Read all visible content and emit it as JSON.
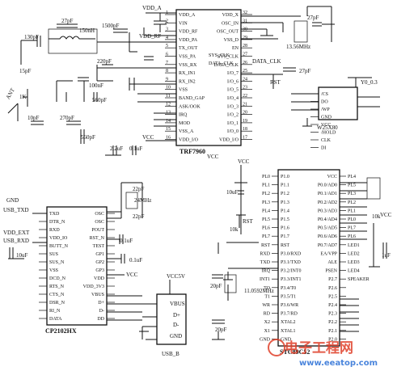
{
  "chips": {
    "u1_name": "TRF7960",
    "u2_name": "CP2102HX",
    "u3_name": "W25X80",
    "u4_name": "STC89C52"
  },
  "u1_pins_left": [
    "VDD_A",
    "VIN",
    "VDD_RF",
    "VDD_PA",
    "TX_OUT",
    "VSS_PA",
    "VSS_RX",
    "RX_IN1",
    "RX_IN2",
    "VSS",
    "BAND_GAP",
    "ASK/OOK",
    "IRQ",
    "MOD",
    "VSS_A",
    "VDD_I/O"
  ],
  "u1_pins_right": [
    "VDD_X",
    "OSC_IN",
    "OSC_OUT",
    "VSS_D",
    "EN",
    "SYS_CLK",
    "DATA_CLK",
    "I/O_7",
    "I/O_6",
    "I/O_5",
    "I/O_4",
    "I/O_3",
    "I/O_2",
    "I/O_1",
    "I/O_0",
    "VDD_I/O"
  ],
  "u1_nums_left": [
    "1",
    "2",
    "3",
    "4",
    "5",
    "6",
    "7",
    "8",
    "9",
    "10",
    "11",
    "12",
    "13",
    "14",
    "15",
    "16"
  ],
  "u1_nums_right": [
    "32",
    "31",
    "30",
    "29",
    "28",
    "27",
    "26",
    "25",
    "24",
    "23",
    "22",
    "21",
    "20",
    "19",
    "18",
    "17"
  ],
  "u2_pins_left": [
    "TXD",
    "DTR_N",
    "RXD",
    "VDD_IO",
    "BUTT_N",
    "SUS",
    "SUS_N",
    "VSS",
    "DCD_N",
    "RTS_N",
    "CTS_N",
    "DSR_N",
    "RI_N",
    "DATA"
  ],
  "u2_pins_right": [
    "OSC",
    "OSC",
    "POUT",
    "RST_N",
    "TEST",
    "GP1",
    "GP2",
    "GP3",
    "VDD",
    "VDD_3V3",
    "VBUS",
    "D+",
    "D-",
    "DD"
  ],
  "u3_pins": [
    "/CS",
    "DO",
    "/WP",
    "GND",
    "VCC",
    "/HOLD",
    "CLK",
    "DI"
  ],
  "u3_label": "Y0_0.3",
  "u4_pins_left": [
    "P1.0",
    "P1.1",
    "P1.2",
    "P1.3",
    "P1.4",
    "P1.5",
    "P1.6",
    "P1.7",
    "RST",
    "P3.0/RXD",
    "P3.1/TXD",
    "P3.2/INT0",
    "P3.3/INT1",
    "P3.4/T0",
    "P3.5/T1",
    "P3.6/WR",
    "P3.7/RD",
    "XTAL2",
    "XTAL1",
    "GND"
  ],
  "u4_pins_right": [
    "VCC",
    "P0.0/AD0",
    "P0.1/AD1",
    "P0.2/AD2",
    "P0.3/AD3",
    "P0.4/AD4",
    "P0.5/AD5",
    "P0.6/AD6",
    "P0.7/AD7",
    "EA/VPP",
    "ALE",
    "PSEN",
    "P2.7",
    "P2.6",
    "P2.5",
    "P2.4",
    "P2.3",
    "P2.2",
    "P2.1",
    "P2.0"
  ],
  "u4_net_left": [
    "PL0",
    "PL1",
    "PL2",
    "PL3",
    "PL4",
    "PL5",
    "PL6",
    "PL7",
    "RST",
    "RXD",
    "TXD",
    "IRQ",
    "INT1",
    "TO",
    "T1",
    "WR",
    "RD",
    "X2",
    "X1",
    "GND"
  ],
  "u4_net_right": [
    "PL4",
    "PL5",
    "PL3",
    "PL2",
    "PL1",
    "PL0",
    "PL7",
    "PL6",
    "LED1",
    "LED2",
    "LED3",
    "LED4",
    "SPEAKER",
    "",
    "",
    "",
    "",
    "",
    "",
    ""
  ],
  "components": {
    "c_130pf": "130pF",
    "c_27pf": "27pF",
    "l_150nh": "150nH",
    "c_1500pf": "1500pF",
    "c_220pf": "220pF",
    "c_10pf": "10pF",
    "c_15pf": "15pF",
    "r_1k": "1K",
    "c_560pf": "560pF",
    "c_270pf": "270pF",
    "c_100nf": "100nF",
    "c_2_2uf": "2.2uF",
    "c_0_1uf": "0.1uF",
    "c_27pf_b": "27pF",
    "xtal_13": "13.56MHz",
    "c_10uf": "10uF",
    "c_22pf": "22pF",
    "xtal_24": "24MHz",
    "c_1uf": "1uF",
    "c_20pf": "20pF",
    "xtal_11": "11.0592MHz",
    "r_10k": "10k",
    "rp_10k": "10k",
    "c_10uf_b": "10uF"
  },
  "nets": {
    "vdd_a": "VDD_A",
    "vdd_rf": "VDD_RF",
    "vcc": "VCC",
    "vcc5v": "VCC5V",
    "vcc_a": "VCC",
    "gnd": "GND",
    "ant": "ANT",
    "usb_txd": "USB_TXD",
    "usb_rxd": "USB_RXD",
    "vdd_ext": "VDD_EXT",
    "data_clk": "DATA_CLK",
    "vbus": "VBUS",
    "usb_b": "USB_B",
    "rst": "RST",
    "sys_clk": "SYS_CLK"
  },
  "watermark": {
    "cn": "电子工程网",
    "url": "www.eeatop.com",
    "accent": "#e0402a",
    "blue": "#2a6fd6"
  }
}
